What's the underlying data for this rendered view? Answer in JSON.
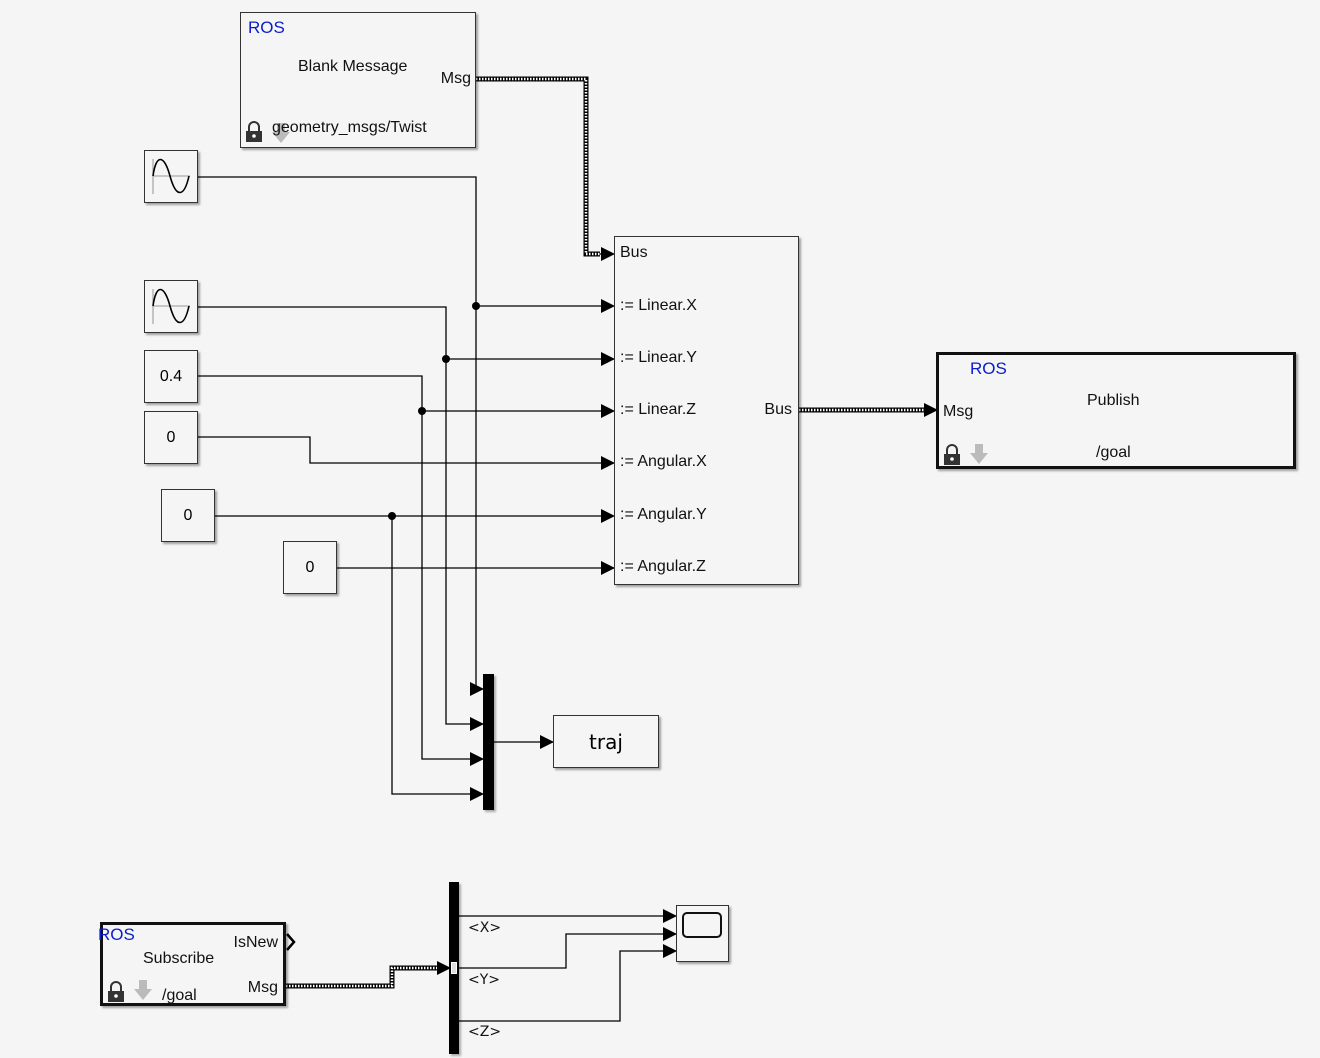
{
  "model": {
    "blank_message": {
      "badge": "ROS",
      "title": "Blank Message",
      "port_out": "Msg",
      "msg_type": "geometry_msgs/Twist"
    },
    "sine_1": {
      "icon": "sine-wave-icon"
    },
    "sine_2": {
      "icon": "sine-wave-icon"
    },
    "constants": [
      {
        "value": "0.4"
      },
      {
        "value": "0"
      },
      {
        "value": "0"
      },
      {
        "value": "0"
      }
    ],
    "bus_assignment": {
      "input_bus": "Bus",
      "output_bus": "Bus",
      "fields": [
        ":= Linear.X",
        ":= Linear.Y",
        ":= Linear.Z",
        ":= Angular.X",
        ":= Angular.Y",
        ":= Angular.Z"
      ]
    },
    "publish": {
      "badge": "ROS",
      "title": "Publish",
      "port_in": "Msg",
      "topic": "/goal"
    },
    "to_workspace": {
      "label": "traj"
    },
    "subscribe": {
      "badge": "ROS",
      "title": "Subscribe",
      "port_isnew": "IsNew",
      "port_msg": "Msg",
      "topic": "/goal"
    },
    "bus_selector": {
      "signals": [
        "<X>",
        "<Y>",
        "<Z>"
      ]
    },
    "scope": {
      "icon": "scope-icon"
    }
  }
}
